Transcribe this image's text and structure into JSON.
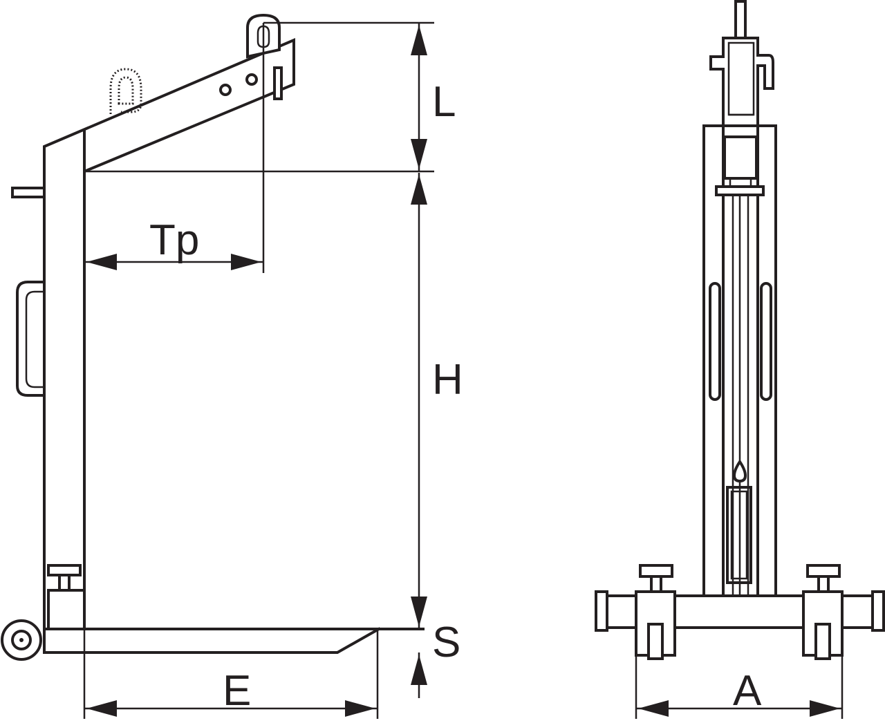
{
  "dimensions": {
    "L": "L",
    "Tp": "Tp",
    "H": "H",
    "S": "S",
    "E": "E",
    "A": "A"
  },
  "colors": {
    "line": "#231f20",
    "background": "#ffffff"
  }
}
